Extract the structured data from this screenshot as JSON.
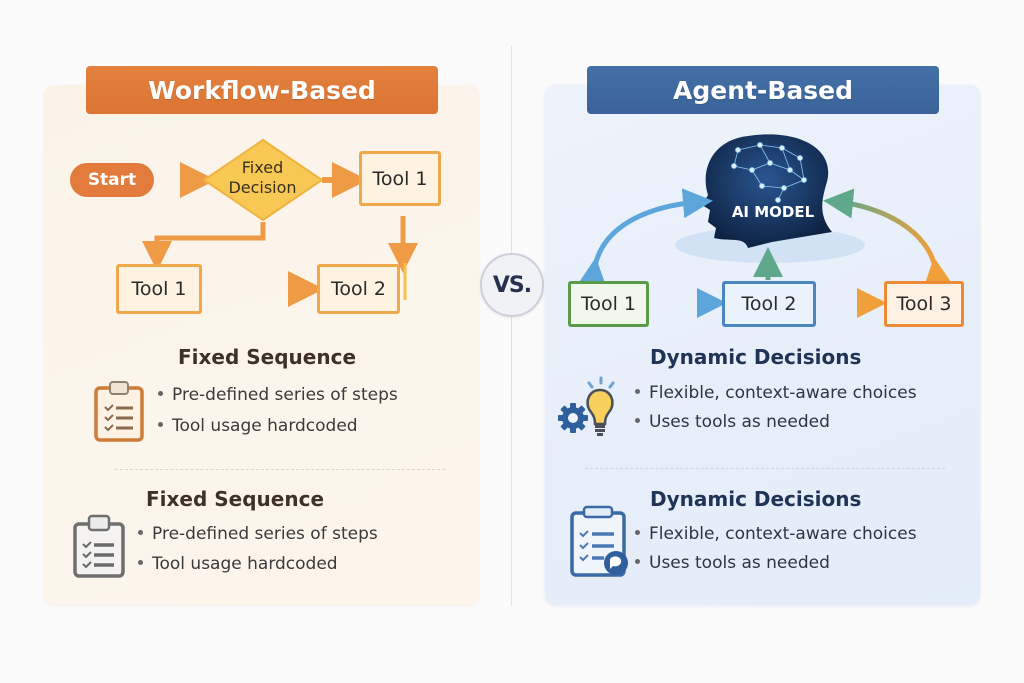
{
  "separator": {
    "label": "VS."
  },
  "workflow": {
    "title": "Workflow-Based",
    "accent": "#df7837",
    "flow": {
      "start": "Start",
      "decision": [
        "Fixed",
        "Decision"
      ],
      "tool_top_right": "Tool 1",
      "tool_bottom_left": "Tool 1",
      "tool_bottom_right": "Tool 2"
    },
    "sections": [
      {
        "title": "Fixed Sequence",
        "icon": "clipboard-checklist-icon",
        "bullets": [
          "Pre-defined series of steps",
          "Tool usage hardcoded"
        ]
      },
      {
        "title": "Fixed Sequence",
        "icon": "clipboard-checklist-icon",
        "bullets": [
          "Pre-defined series of steps",
          "Tool usage hardcoded"
        ]
      }
    ]
  },
  "agent": {
    "title": "Agent-Based",
    "accent": "#3e6aa0",
    "model_label": "AI MODEL",
    "tools": [
      "Tool 1",
      "Tool 2",
      "Tool 3"
    ],
    "tool_colors": [
      "#5b9a48",
      "#4a86c0",
      "#ec8a35"
    ],
    "sections": [
      {
        "title": "Dynamic Decisions",
        "icon": "gear-lightbulb-icon",
        "bullets": [
          "Flexible, context-aware choices",
          "Uses tools as needed"
        ]
      },
      {
        "title": "Dynamic Decisions",
        "icon": "clipboard-chat-icon",
        "bullets": [
          "Flexible, context-aware choices",
          "Uses tools as needed"
        ]
      }
    ]
  }
}
